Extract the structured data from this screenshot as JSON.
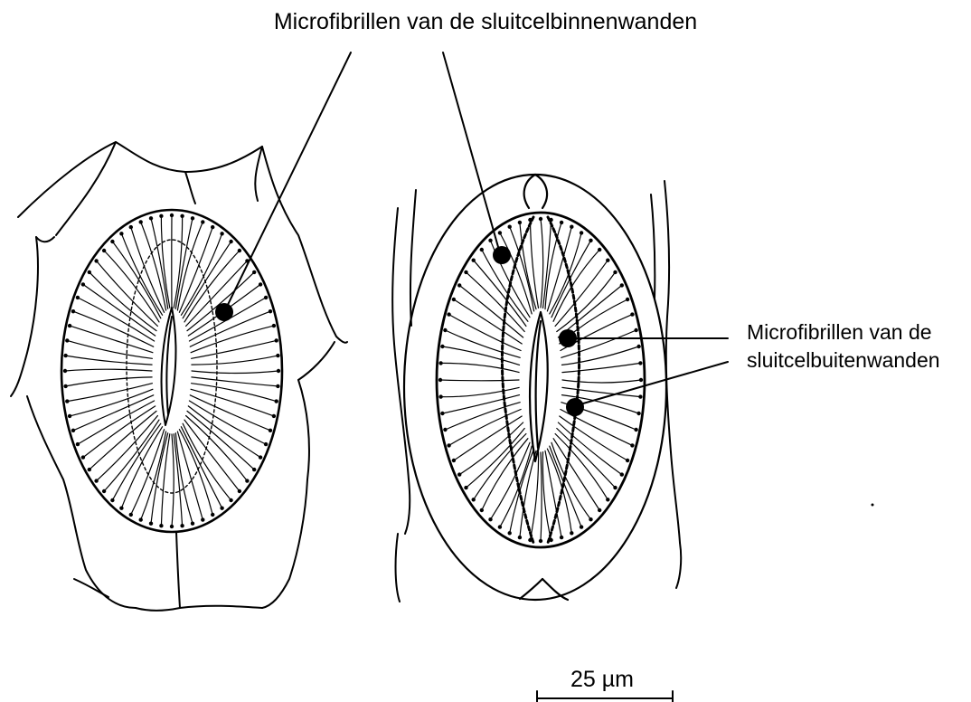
{
  "labels": {
    "inner_walls": "Microfibrillen van de sluitcelbinnenwanden",
    "outer_walls_line1": "Microfibrillen van de",
    "outer_walls_line2": "sluitcelbuitenwanden",
    "scale_bar": "25 µm"
  },
  "colors": {
    "ink": "#000000",
    "background": "#ffffff"
  }
}
